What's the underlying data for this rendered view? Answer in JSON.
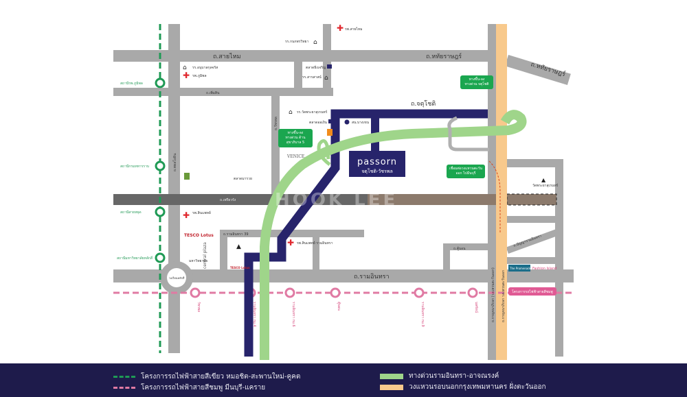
{
  "map": {
    "roads": {
      "sai_mai": "ถ.สายไหม",
      "hathai_rat": "ถ.หทัยราษฎร์",
      "hathai_rat_ne": "ถ.หทัยราษฎร์",
      "phoem_sin": "ถ.เพิ่มสิน",
      "chatuchot": "ถ.จตุโชติ",
      "phahonyothin": "ถ.พหลโยธิน",
      "watcharaphon": "ถ.วัชรพล",
      "phraya_suren": "ถ.เพรียวรัง",
      "ram_inthra": "ถ.รามอินทรา",
      "ram_inthra_39": "ถ.รามอินทรา 39",
      "khu_bon": "ถ.คู้บอน",
      "ring_road": "ถ.กาญจนาภิเษก (วงแหวนตะวันออก)",
      "ring_road_2": "ถ.กาญจนาภิเษก วงแหวนตะวันออก",
      "panya": "ถ.ปัญญารามอินทรา",
      "roundabout": "วงเวียนหลักสี่"
    },
    "project": {
      "name": "passorn",
      "subtitle": "จตุโชติ-วัชรพล"
    },
    "places": {
      "hospital_sai_mai": "รพ.สายไหม",
      "school_1": "รร.กนกพรวิทยา",
      "school_2": "รร.อนุบาลกุลจรัส",
      "hospital_bhumibol": "รพ.ภูมิพล",
      "market_1": "ตลาดยิ่งเจริญ",
      "school_3": "รร.สารสาสน์",
      "school_4": "รร.วัดพระยาสุเรนทร์",
      "market_2": "ตลาดออเงิน",
      "police": "สน.บางเขน",
      "venice": "VENICE",
      "market_3": "ตลาดมารวย",
      "hospital_2": "รพ.สินแพทย์",
      "hospital_3": "รพ.สินแพทย์ รามอินทรา",
      "tesco_1": "TESCO Lotus",
      "tesco_2": "TESCO Lotus",
      "central": "central plaza",
      "school_5": "มหาวิทยาลัย",
      "temple_1": "วัดพระยาสุเรนทร์",
      "fashion": "Fashion Island",
      "promenade": "The Promenade",
      "watermark": "HOOK LEE"
    },
    "callouts": {
      "c1": "ทางขึ้น-ลง ทางด่วน จตุโชติ",
      "c2": "ทางขึ้น-ลง ทางด่วน ด้านสุขาภิบาล 5",
      "c3": "เชื่อมต่อวงแหวนตะวันออก ไปมีนบุรี"
    },
    "green_stations": [
      "สถานีรพ.ภูมิพล",
      "สถานีกรมทหารราบ",
      "สถานีสายหยุด",
      "สถานีมหาวิทยาลัยหลักสี่"
    ],
    "pink_stations": [
      "วัชรพล",
      "รามอินทรา กม.4",
      "รามอินทรา กม.6",
      "คู้บอน",
      "รามอินทรา กม.9",
      "นพรัตน์"
    ],
    "pink_sign": "โครงการรถไฟฟ้าสายสีชมพู"
  },
  "legend": {
    "green_line": "โครงการรถไฟฟ้าสายสีเขียว หมอชิต-สะพานใหม่-คูคต",
    "pink_line": "โครงการรถไฟฟ้าสายสีชมพู มีนบุรี-แคราย",
    "expressway": "ทางด่วนรามอินทรา-อาจณรงค์",
    "ring_road": "วงแหวนรอบนอกกรุงเทพมหานคร ฝั่งตะวันออก"
  },
  "colors": {
    "road": "#a9a9a9",
    "navy": "#27246b",
    "expressway": "#9fd58a",
    "ring": "#f8c98c",
    "green_line": "#1f9a55",
    "pink_line": "#e07aa3",
    "legend_bg": "#1e1b4b"
  }
}
